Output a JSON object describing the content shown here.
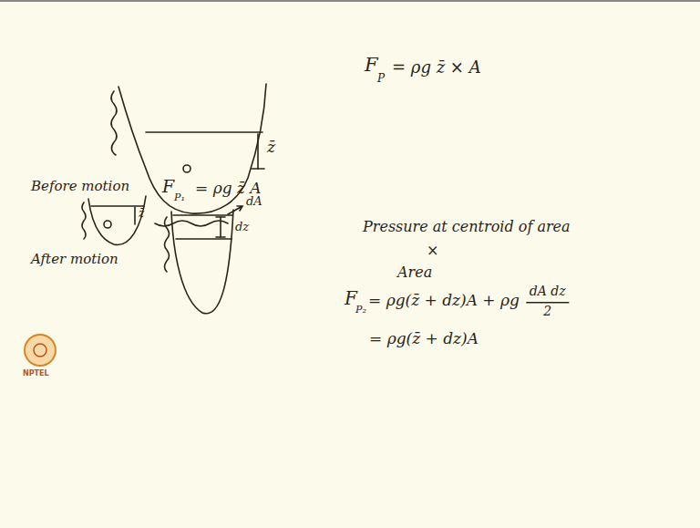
{
  "diagram": {
    "labels": [
      "z̄",
      "F",
      "P",
      "= ρg z̄ × A",
      "Before motion",
      "F",
      "P₁",
      "= ρg z̄ A",
      "z̄",
      "After motion",
      "dA",
      "dz",
      "Pressure at centroid of area",
      "×",
      "Area",
      "F",
      "P₂",
      "= ρg(z̄ + dz)A + ρg",
      "dA dz",
      "2",
      "= ρg(z̄ + dz)A",
      "NPTEL"
    ]
  }
}
